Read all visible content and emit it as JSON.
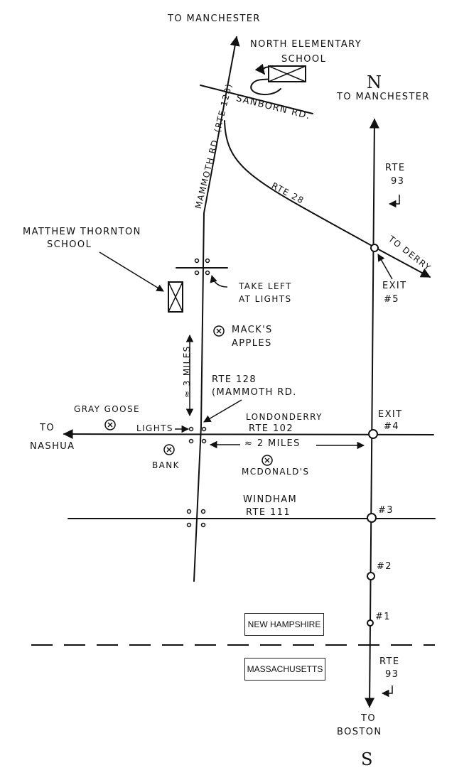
{
  "compass": {
    "north": "N",
    "south": "S"
  },
  "labels": {
    "to_manchester_top": "To Manchester",
    "north_elementary": "North Elementary",
    "north_elementary_school": "School",
    "sanborn_rd": "Sanborn Rd.",
    "mammoth_rd_rte128": "Mammoth Rd. (Rte 128)",
    "rte28": "Rte 28",
    "to_manchester_right": "To Manchester",
    "rte93_top_line1": "Rte",
    "rte93_top_line2": "93",
    "to_derry": "To Derry",
    "exit5_line1": "Exit",
    "exit5_line2": "#5",
    "matthew_thornton_line1": "Matthew Thornton",
    "matthew_thornton_line2": "School",
    "take_left_line1": "Take Left",
    "take_left_line2": "at Lights",
    "macks_line1": "Mack's",
    "macks_line2": "Apples",
    "three_miles": "≈ 3 Miles",
    "rte128_line1": "Rte 128",
    "rte128_line2": "(Mammoth Rd.",
    "gray_goose": "Gray Goose",
    "lights": "Lights",
    "londonderry_line1": "Londonderry",
    "londonderry_line2": "Rte 102",
    "exit4_line1": "Exit",
    "exit4_line2": "#4",
    "to": "To",
    "nashua": "Nashua",
    "two_miles": "≈ 2 Miles",
    "bank": "Bank",
    "mcdonalds": "McDonald's",
    "windham_line1": "Windham",
    "windham_line2": "Rte 111",
    "exit3": "#3",
    "exit2": "#2",
    "exit1": "#1",
    "new_hampshire": "New Hampshire",
    "massachusetts": "Massachusetts",
    "rte93_bottom_line1": "Rte",
    "rte93_bottom_line2": "93",
    "to_boston_line1": "To",
    "to_boston_line2": "Boston"
  }
}
